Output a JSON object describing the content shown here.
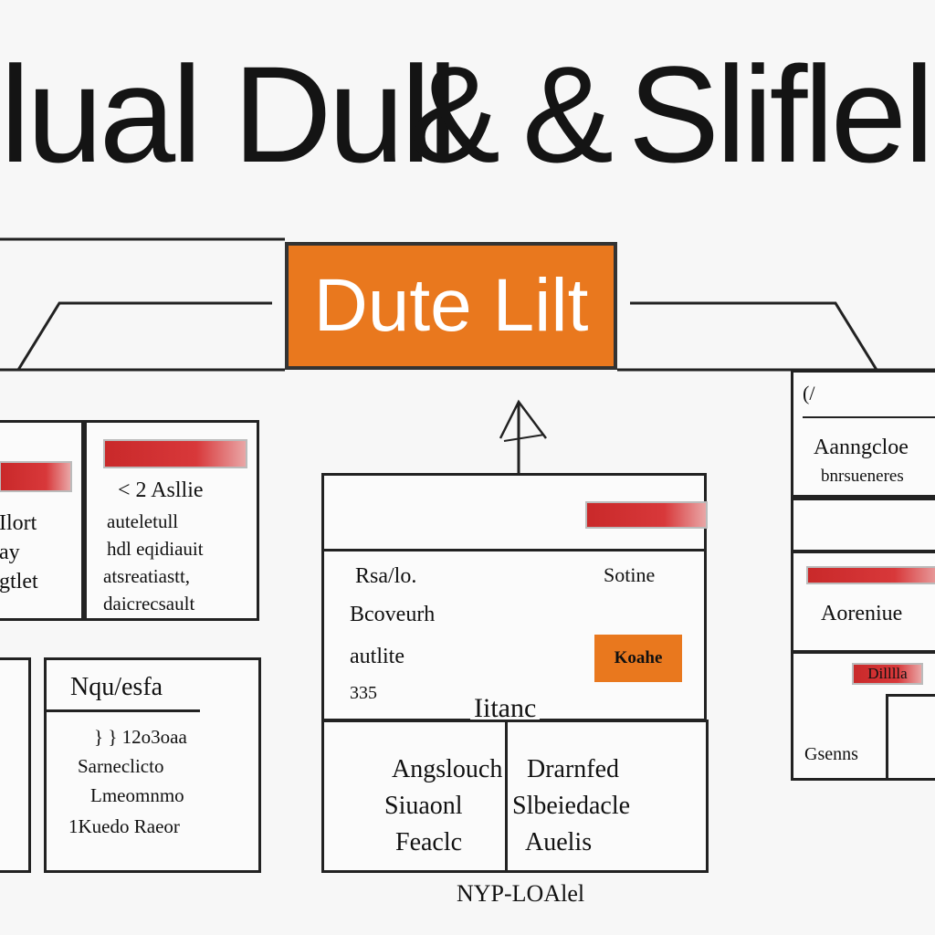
{
  "title": {
    "part1": "lual Dull",
    "amp1": "&",
    "amp2": "&",
    "part2": "Slifle",
    "tail": "l"
  },
  "hero": {
    "label": "Dute Lilt"
  },
  "left_card": {
    "lines": [
      "Ilort",
      "ay",
      "gtlet"
    ]
  },
  "mid_left_card": {
    "heading": "< 2  Asllie",
    "lines": [
      "auteletull",
      "hdl eqidiauit",
      "atsreatiastt,",
      "daicrecsault"
    ]
  },
  "bottom_left_card": {
    "heading": "Nqu/esfa",
    "lines": [
      "} } 12o3oaa",
      "Sarneclicto",
      "Lmeomnmo",
      "1Kuedo Raeor"
    ]
  },
  "center_card": {
    "left_items": [
      "Rsa/lo.",
      "Bcoveurh",
      "autlite",
      "335"
    ],
    "right_top": "Sotine",
    "orange_btn": "Koahe",
    "sub_title": "Iitanc"
  },
  "center_table": {
    "col1": [
      "Angslouch",
      "Siuaonl",
      "Feaclc"
    ],
    "col2": [
      "Drarnfed",
      "Slbeiedacle",
      "Auelis"
    ]
  },
  "right_column": {
    "icon_mark": "(/",
    "card1": [
      "Aanngcloe",
      "bnrsueneres"
    ],
    "card2": "Aoreniue",
    "badge": "Dilllla",
    "card3": "Gsenns"
  },
  "footer_label": "NYP-LOAlel",
  "colors": {
    "accent": "#e9781e",
    "red": "#c9292a",
    "line": "#222222"
  }
}
